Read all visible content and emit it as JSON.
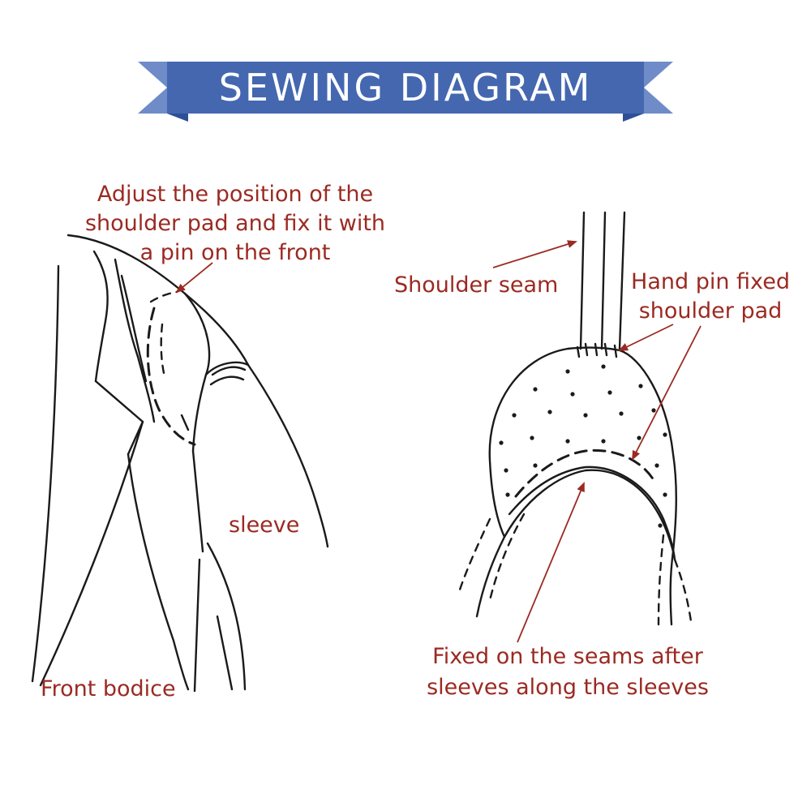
{
  "colors": {
    "banner": "#4467b0",
    "banner_dark": "#2d4f98",
    "banner_text": "#ffffff",
    "annotation": "#9b2a22",
    "ink": "#1a1a1a"
  },
  "banner": {
    "title": "SEWING DIAGRAM"
  },
  "left_figure": {
    "pin_note": [
      "Adjust the position of the",
      "shoulder pad and fix it with",
      "a pin on the front"
    ],
    "sleeve_label": "sleeve",
    "front_bodice_label": "Front bodice"
  },
  "right_figure": {
    "shoulder_seam_label": "Shoulder seam",
    "hand_pin_label": [
      "Hand pin fixed",
      "shoulder pad"
    ],
    "seam_note": [
      "Fixed on the seams after",
      "sleeves along the sleeves"
    ]
  }
}
